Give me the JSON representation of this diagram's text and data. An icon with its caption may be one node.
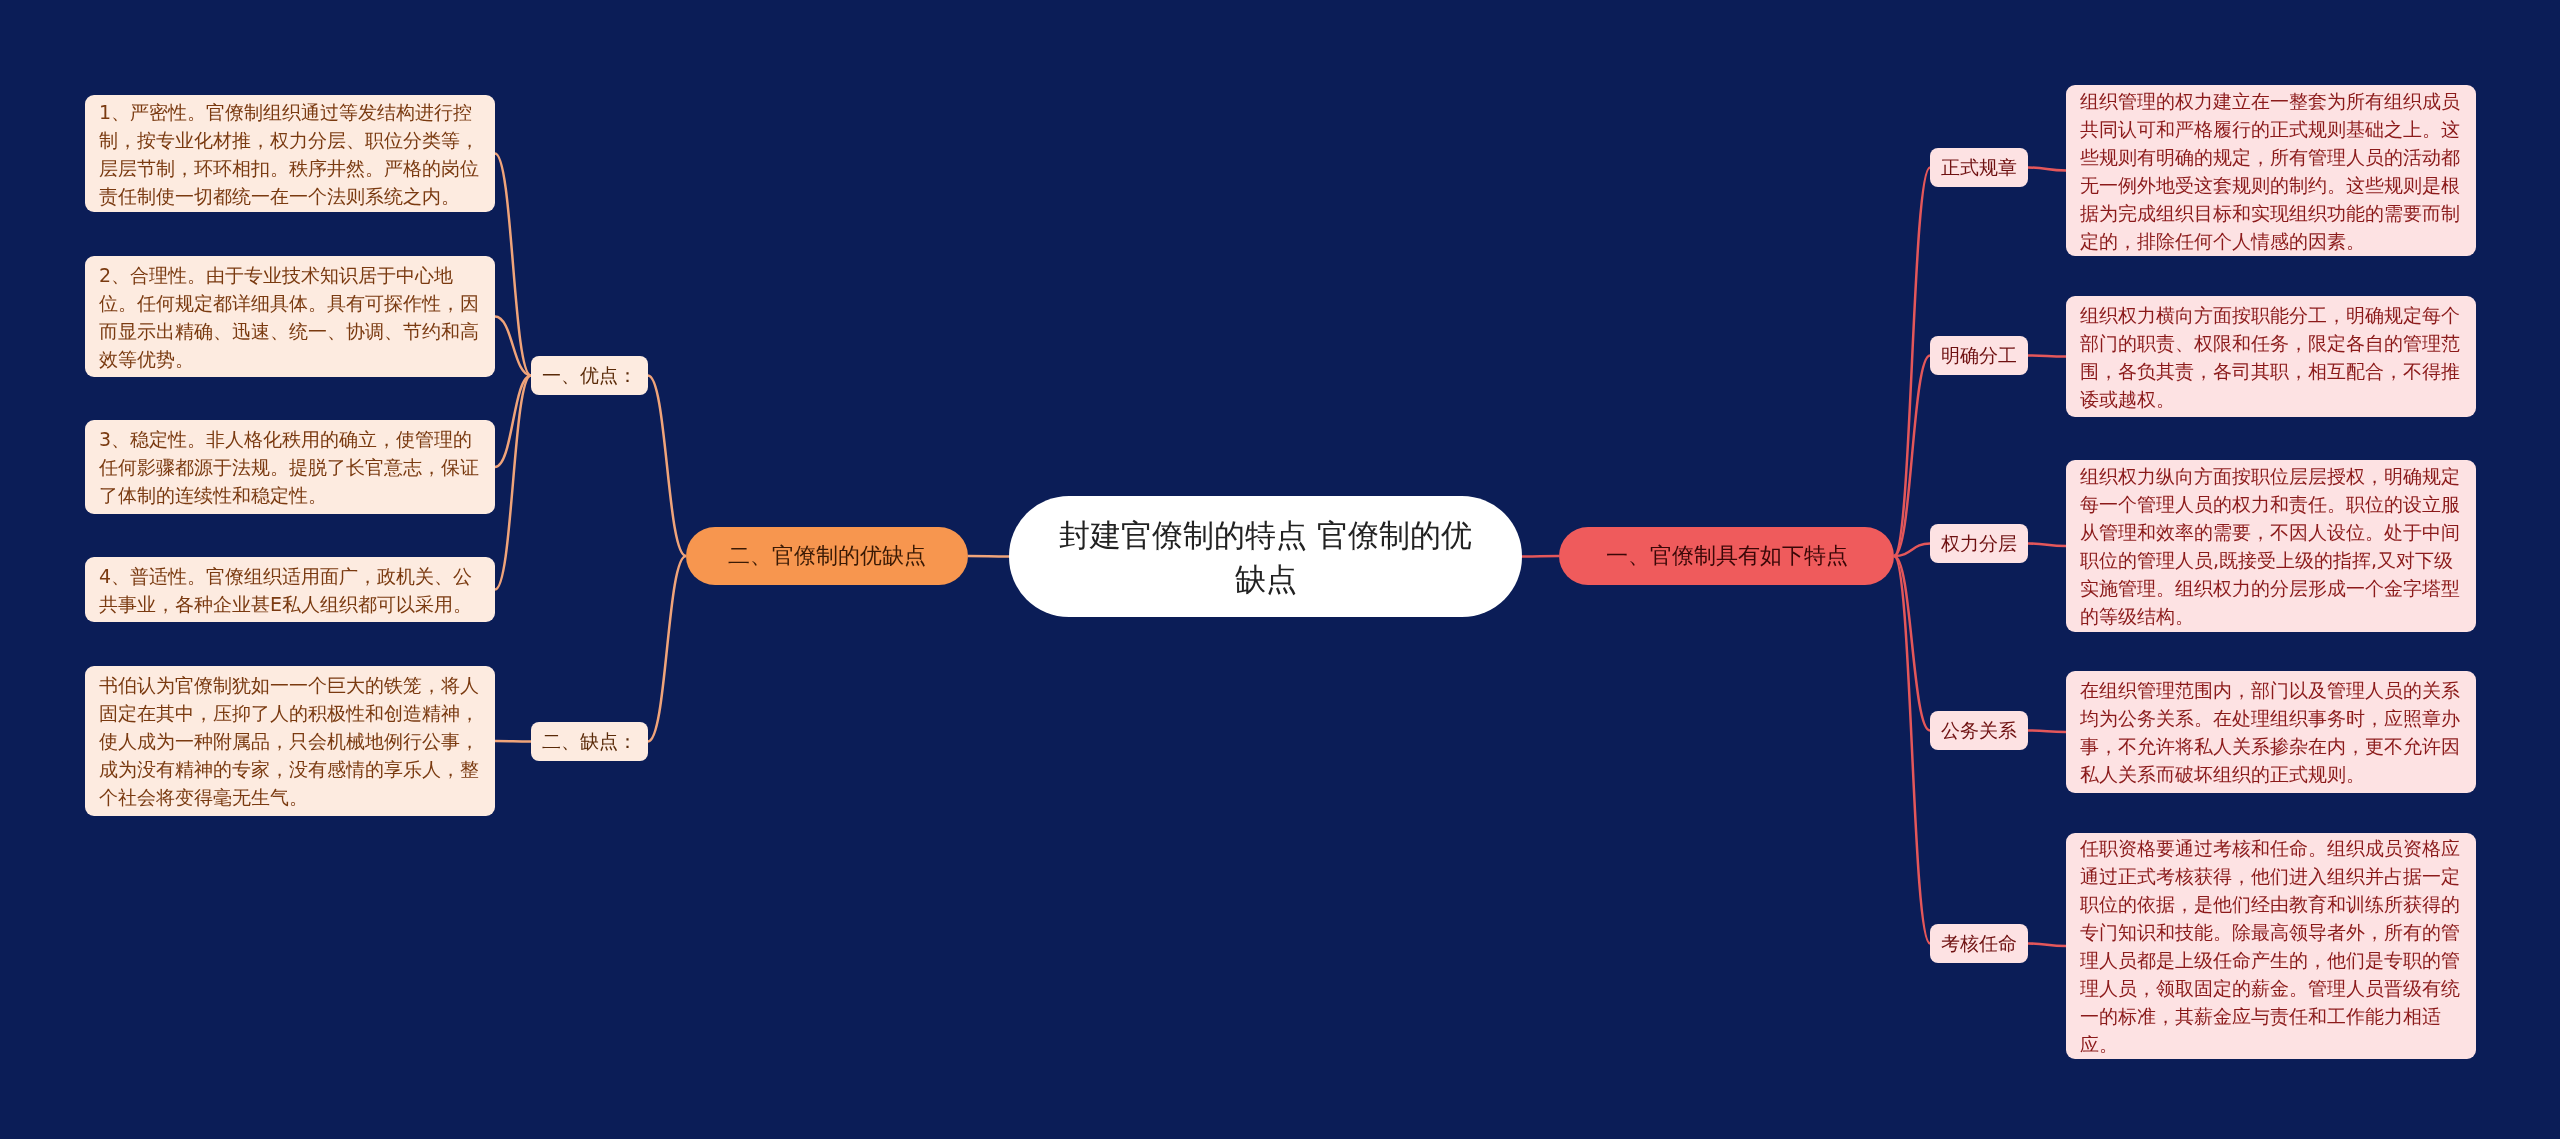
{
  "diagram": {
    "nodes": [
      {
        "text": [
          "封建官僚制的特点 官僚制的优缺点"
        ]
      },
      {
        "text": [
          "二、官僚制的优缺点"
        ]
      },
      {
        "text": [
          "一、优点："
        ]
      },
      {
        "text": [
          "1、严密性。官僚制组织通过等发结构进行控制，按专业化材推，权力分层、职位分类等，层层节制，环环相扣。秩序井然。严格的岗位责任制使一切都统一在一个法则系统之内。"
        ]
      },
      {
        "text": [
          "2、合理性。由于专业技术知识居于中心地位。任何规定都详细具体。具有可探作性，因而显示出精确、迅速、统一、协调、节约和高效等优势。"
        ]
      },
      {
        "text": [
          "3、稳定性。非人格化秩用的确立，使管理的任何影骤都源于法规。提脱了长官意志，保证了体制的连续性和稳定性。"
        ]
      },
      {
        "text": [
          "4、普适性。官僚组织适用面广，政机关、公共事业，各种企业甚E私人组织都可以采用。"
        ]
      },
      {
        "text": [
          "二、缺点："
        ]
      },
      {
        "text": [
          "书伯认为官僚制犹如一一个巨大的铁笼，将人固定在其中，压抑了人的积极性和创造精神，使人成为一种附属品，只会机械地例行公事，成为没有精神的专家，没有感情的享乐人，整个社会将变得毫无生气。"
        ]
      },
      {
        "text": [
          "一、官僚制具有如下特点"
        ]
      },
      {
        "text": [
          "正式规章"
        ]
      },
      {
        "text": [
          "组织管理的权力建立在一整套为所有组织成员共同认可和严格履行的正式规则基础之上。这些规则有明确的规定，所有管理人员的活动都无一例外地受这套规则的制约。这些规则是根据为完成组织目标和实现组织功能的需要而制定的，排除任何个人情感的因素。"
        ]
      },
      {
        "text": [
          "明确分工"
        ]
      },
      {
        "text": [
          "组织权力横向方面按职能分工，明确规定每个部门的职责、权限和任务，限定各自的管理范围，各负其责，各司其职，相互配合，不得推诿或越权。"
        ]
      },
      {
        "text": [
          "权力分层"
        ]
      },
      {
        "text": [
          "组织权力纵向方面按职位层层授权，明确规定每一个管理人员的权力和责任。职位的设立服从管理和效率的需要，不因人设位。处于中间职位的管理人员,既接受上级的指挥,又对下级实施管理。组织权力的分层形成一个金字塔型的等级结构。"
        ]
      },
      {
        "text": [
          "公务关系"
        ]
      },
      {
        "text": [
          "在组织管理范围内，部门以及管理人员的关系均为公务关系。在处理组织事务时，应照章办事，不允许将私人关系掺杂在内，更不允许因私人关系而破坏组织的正式规则。"
        ]
      },
      {
        "text": [
          "考核任命"
        ]
      },
      {
        "text": [
          "任职资格要通过考核和任命。组织成员资格应通过正式考核获得，他们进入组织并占据一定职位的依据，是他们经由教育和训练所获得的专门知识和技能。除最高领导者外，所有的管理人员都是上级任命产生的，他们是专职的管理人员，领取固定的薪金。管理人员晋级有统一的标准，其薪金应与责任和工作能力相适应。"
        ]
      }
    ],
    "edges": [
      {
        "from": 0,
        "to": 1,
        "arrow": "none",
        "color": "#f0a47a"
      },
      {
        "from": 1,
        "to": 2,
        "arrow": "none",
        "color": "#f0a47a"
      },
      {
        "from": 2,
        "to": 3,
        "arrow": "none",
        "color": "#f0a47a"
      },
      {
        "from": 2,
        "to": 4,
        "arrow": "none",
        "color": "#f0a47a"
      },
      {
        "from": 2,
        "to": 5,
        "arrow": "none",
        "color": "#f0a47a"
      },
      {
        "from": 2,
        "to": 6,
        "arrow": "none",
        "color": "#f0a47a"
      },
      {
        "from": 1,
        "to": 7,
        "arrow": "none",
        "color": "#f0a47a"
      },
      {
        "from": 7,
        "to": 8,
        "arrow": "none",
        "color": "#f0a47a"
      },
      {
        "from": 0,
        "to": 9,
        "arrow": "none"
      },
      {
        "from": 9,
        "to": 10,
        "arrow": "none"
      },
      {
        "from": 10,
        "to": 11,
        "arrow": "none"
      },
      {
        "from": 9,
        "to": 12,
        "arrow": "none"
      },
      {
        "from": 12,
        "to": 13,
        "arrow": "none"
      },
      {
        "from": 9,
        "to": 14,
        "arrow": "none"
      },
      {
        "from": 14,
        "to": 15,
        "arrow": "none"
      },
      {
        "from": 9,
        "to": 16,
        "arrow": "none"
      },
      {
        "from": 16,
        "to": 17,
        "arrow": "none"
      },
      {
        "from": 9,
        "to": 18,
        "arrow": "none"
      },
      {
        "from": 18,
        "to": 19,
        "arrow": "none"
      }
    ]
  }
}
